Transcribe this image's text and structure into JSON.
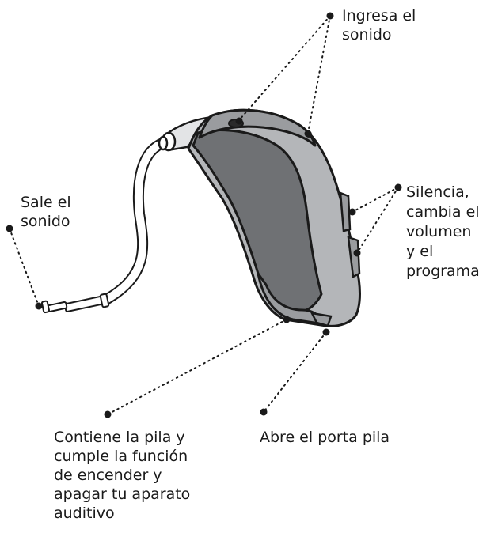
{
  "labels": {
    "sound_in": "Ingresa el\nsonido",
    "sound_out": "Sale el\nsonido",
    "buttons": "Silencia,\ncambia el\nvolumen\ny el\nprograma",
    "battery": "Contiene la pila y\ncumple la función\nde encender y\napagar tu aparato\nauditivo",
    "battery_door": "Abre el porta pila"
  },
  "colors": {
    "outline": "#1a1a1a",
    "shell_light": "#b4b6b9",
    "shell_mid": "#9a9c9f",
    "shell_dark": "#6f7174",
    "earhook": "#e3e4e6",
    "tube": "#ffffff",
    "background": "#ffffff"
  },
  "icons": {
    "device": "behind-the-ear-hearing-aid"
  }
}
